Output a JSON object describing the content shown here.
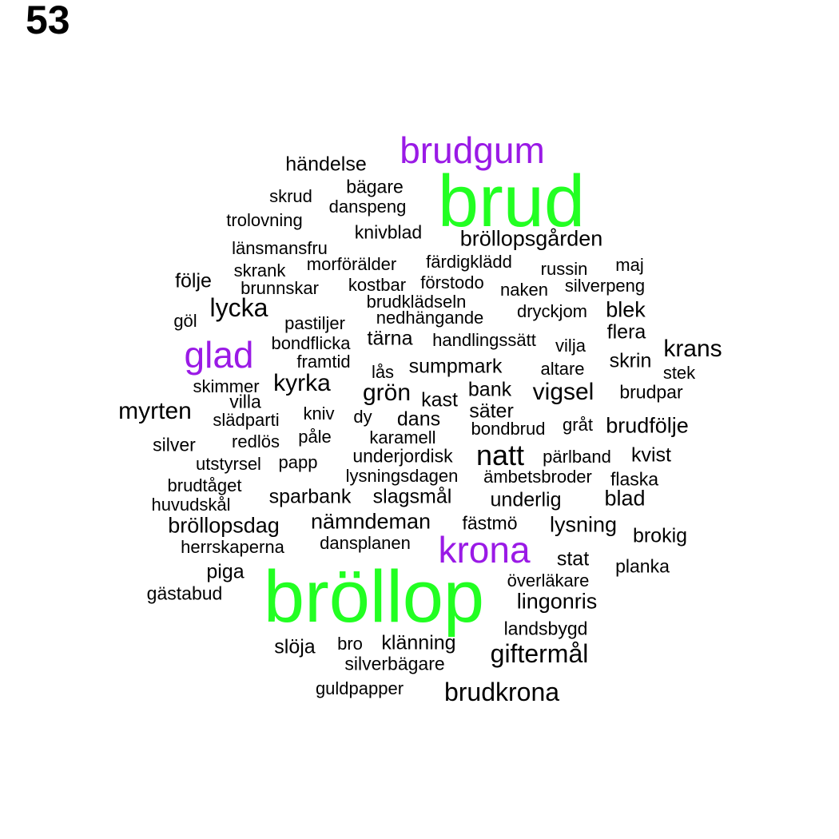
{
  "panel_number": "53",
  "colors": {
    "black": "#000000",
    "green": "#22ff22",
    "purple": "#9a1ae6"
  },
  "words": [
    {
      "text": "bröllop",
      "color": "green",
      "weight": 100
    },
    {
      "text": "brud",
      "color": "green",
      "weight": 92
    },
    {
      "text": "brudgum",
      "color": "purple",
      "weight": 46
    },
    {
      "text": "glad",
      "color": "purple",
      "weight": 46
    },
    {
      "text": "krona",
      "color": "purple",
      "weight": 46
    },
    {
      "text": "natt",
      "color": "black",
      "weight": 36
    },
    {
      "text": "brudkrona",
      "color": "black",
      "weight": 32
    },
    {
      "text": "giftermål",
      "color": "black",
      "weight": 32
    },
    {
      "text": "lycka",
      "color": "black",
      "weight": 32
    },
    {
      "text": "myrten",
      "color": "black",
      "weight": 30
    },
    {
      "text": "krans",
      "color": "black",
      "weight": 30
    },
    {
      "text": "vigsel",
      "color": "black",
      "weight": 30
    },
    {
      "text": "grön",
      "color": "black",
      "weight": 30
    },
    {
      "text": "kyrka",
      "color": "black",
      "weight": 30
    },
    {
      "text": "bröllopsgården",
      "color": "black",
      "weight": 27
    },
    {
      "text": "bröllopsdag",
      "color": "black",
      "weight": 27
    },
    {
      "text": "lysning",
      "color": "black",
      "weight": 27
    },
    {
      "text": "nämndeman",
      "color": "black",
      "weight": 27
    },
    {
      "text": "lingonris",
      "color": "black",
      "weight": 27
    },
    {
      "text": "blek",
      "color": "black",
      "weight": 27
    },
    {
      "text": "blad",
      "color": "black",
      "weight": 27
    },
    {
      "text": "brudfölje",
      "color": "black",
      "weight": 27
    },
    {
      "text": "händelse",
      "color": "black",
      "weight": 25
    },
    {
      "text": "följe",
      "color": "black",
      "weight": 25
    },
    {
      "text": "tärna",
      "color": "black",
      "weight": 25
    },
    {
      "text": "slagsmål",
      "color": "black",
      "weight": 25
    },
    {
      "text": "sparbank",
      "color": "black",
      "weight": 25
    },
    {
      "text": "sumpmark",
      "color": "black",
      "weight": 25
    },
    {
      "text": "dans",
      "color": "black",
      "weight": 25
    },
    {
      "text": "kast",
      "color": "black",
      "weight": 25
    },
    {
      "text": "bank",
      "color": "black",
      "weight": 25
    },
    {
      "text": "säter",
      "color": "black",
      "weight": 25
    },
    {
      "text": "underlig",
      "color": "black",
      "weight": 25
    },
    {
      "text": "brokig",
      "color": "black",
      "weight": 25
    },
    {
      "text": "stat",
      "color": "black",
      "weight": 25
    },
    {
      "text": "piga",
      "color": "black",
      "weight": 25
    },
    {
      "text": "slöja",
      "color": "black",
      "weight": 25
    },
    {
      "text": "klänning",
      "color": "black",
      "weight": 25
    },
    {
      "text": "kvist",
      "color": "black",
      "weight": 25
    },
    {
      "text": "skrin",
      "color": "black",
      "weight": 25
    },
    {
      "text": "flera",
      "color": "black",
      "weight": 25
    },
    {
      "text": "brudpar",
      "color": "black",
      "weight": 23
    },
    {
      "text": "bägare",
      "color": "black",
      "weight": 23
    },
    {
      "text": "knivblad",
      "color": "black",
      "weight": 23
    },
    {
      "text": "silver",
      "color": "black",
      "weight": 23
    },
    {
      "text": "villa",
      "color": "black",
      "weight": 23
    },
    {
      "text": "fästmö",
      "color": "black",
      "weight": 23
    },
    {
      "text": "flaska",
      "color": "black",
      "weight": 23
    },
    {
      "text": "planka",
      "color": "black",
      "weight": 23
    },
    {
      "text": "silverbägare",
      "color": "black",
      "weight": 23
    },
    {
      "text": "landsbygd",
      "color": "black",
      "weight": 23
    },
    {
      "text": "underjordisk",
      "color": "black",
      "weight": 23
    },
    {
      "text": "gästabud",
      "color": "black",
      "weight": 23
    },
    {
      "text": "huvudskål",
      "color": "black",
      "weight": 22
    },
    {
      "text": "herrskaperna",
      "color": "black",
      "weight": 22
    },
    {
      "text": "pärlband",
      "color": "black",
      "weight": 22
    },
    {
      "text": "altare",
      "color": "black",
      "weight": 22
    },
    {
      "text": "stek",
      "color": "black",
      "weight": 22
    },
    {
      "text": "vilja",
      "color": "black",
      "weight": 22
    },
    {
      "text": "naken",
      "color": "black",
      "weight": 22
    },
    {
      "text": "russin",
      "color": "black",
      "weight": 22
    },
    {
      "text": "maj",
      "color": "black",
      "weight": 22
    },
    {
      "text": "silverpeng",
      "color": "black",
      "weight": 22
    },
    {
      "text": "dryckjom",
      "color": "black",
      "weight": 22
    },
    {
      "text": "handlingssätt",
      "color": "black",
      "weight": 22
    },
    {
      "text": "nedhängande",
      "color": "black",
      "weight": 22
    },
    {
      "text": "brudklädseln",
      "color": "black",
      "weight": 22
    },
    {
      "text": "förstodo",
      "color": "black",
      "weight": 22
    },
    {
      "text": "kostbar",
      "color": "black",
      "weight": 22
    },
    {
      "text": "färdigklädd",
      "color": "black",
      "weight": 22
    },
    {
      "text": "morförälder",
      "color": "black",
      "weight": 22
    },
    {
      "text": "skrank",
      "color": "black",
      "weight": 22
    },
    {
      "text": "brunnskar",
      "color": "black",
      "weight": 22
    },
    {
      "text": "länsmansfru",
      "color": "black",
      "weight": 22
    },
    {
      "text": "trolovning",
      "color": "black",
      "weight": 22
    },
    {
      "text": "skrud",
      "color": "black",
      "weight": 22
    },
    {
      "text": "danspeng",
      "color": "black",
      "weight": 22
    },
    {
      "text": "pastiljer",
      "color": "black",
      "weight": 22
    },
    {
      "text": "göl",
      "color": "black",
      "weight": 22
    },
    {
      "text": "bondflicka",
      "color": "black",
      "weight": 22
    },
    {
      "text": "framtid",
      "color": "black",
      "weight": 22
    },
    {
      "text": "lås",
      "color": "black",
      "weight": 22
    },
    {
      "text": "skimmer",
      "color": "black",
      "weight": 22
    },
    {
      "text": "slädparti",
      "color": "black",
      "weight": 22
    },
    {
      "text": "kniv",
      "color": "black",
      "weight": 22
    },
    {
      "text": "dy",
      "color": "black",
      "weight": 22
    },
    {
      "text": "påle",
      "color": "black",
      "weight": 22
    },
    {
      "text": "karamell",
      "color": "black",
      "weight": 22
    },
    {
      "text": "bondbrud",
      "color": "black",
      "weight": 22
    },
    {
      "text": "gråt",
      "color": "black",
      "weight": 22
    },
    {
      "text": "redlös",
      "color": "black",
      "weight": 22
    },
    {
      "text": "utstyrsel",
      "color": "black",
      "weight": 22
    },
    {
      "text": "papp",
      "color": "black",
      "weight": 22
    },
    {
      "text": "lysningsdagen",
      "color": "black",
      "weight": 22
    },
    {
      "text": "ämbetsbroder",
      "color": "black",
      "weight": 22
    },
    {
      "text": "brudtåget",
      "color": "black",
      "weight": 22
    },
    {
      "text": "dansplanen",
      "color": "black",
      "weight": 22
    },
    {
      "text": "överläkare",
      "color": "black",
      "weight": 22
    },
    {
      "text": "bro",
      "color": "black",
      "weight": 22
    },
    {
      "text": "guldpapper",
      "color": "black",
      "weight": 22
    }
  ]
}
